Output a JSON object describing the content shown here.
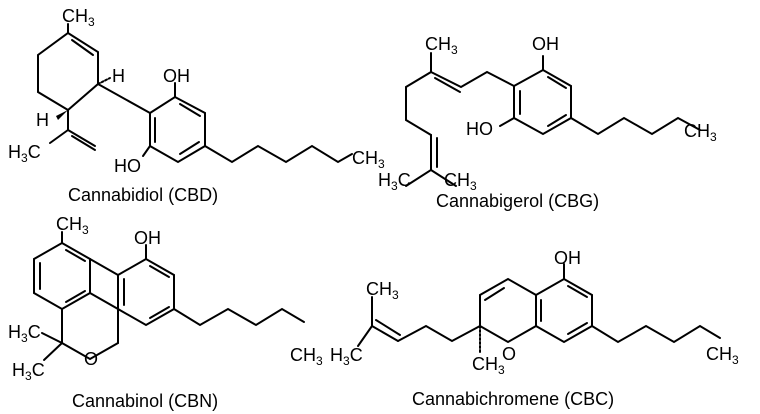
{
  "molecules": [
    {
      "name": "Cannabidiol (CBD)",
      "labels": {
        "methyl_top": "CH",
        "methyl_top_sub": "3",
        "h1": "H",
        "h2": "H",
        "isopropenyl_me": "H",
        "isopropenyl_me_pre": "3",
        "isopropenyl_me_post": "C",
        "oh_top": "OH",
        "oh_bottom": "HO",
        "pentyl_end": "CH",
        "pentyl_end_sub": "3"
      }
    },
    {
      "name": "Cannabigerol (CBG)",
      "labels": {
        "methyl_top": "CH",
        "methyl_top_sub": "3",
        "oh_top": "OH",
        "oh_bottom": "HO",
        "pentyl_end": "CH",
        "pentyl_end_sub": "3",
        "dimethyl_left": "H",
        "dimethyl_left_sub": "3",
        "dimethyl_left_post": "C",
        "dimethyl_right": "CH",
        "dimethyl_right_sub": "3"
      }
    },
    {
      "name": "Cannabinol (CBN)",
      "labels": {
        "methyl_top": "CH",
        "methyl_top_sub": "3",
        "oh": "OH",
        "me1": "H",
        "me1_sub": "3",
        "me1_post": "C",
        "me2": "H",
        "me2_sub": "3",
        "me2_post": "C",
        "ring_o": "O",
        "pentyl_end": "CH",
        "pentyl_end_sub": "3"
      }
    },
    {
      "name": "Cannabichromene (CBC)",
      "labels": {
        "oh": "OH",
        "methyl_top": "CH",
        "methyl_top_sub": "3",
        "dimethyl_left": "H",
        "dimethyl_left_sub": "3",
        "dimethyl_left_post": "C",
        "ring_o": "O",
        "ring_me": "CH",
        "ring_me_sub": "3",
        "pentyl_end": "CH",
        "pentyl_end_sub": "3"
      }
    }
  ]
}
